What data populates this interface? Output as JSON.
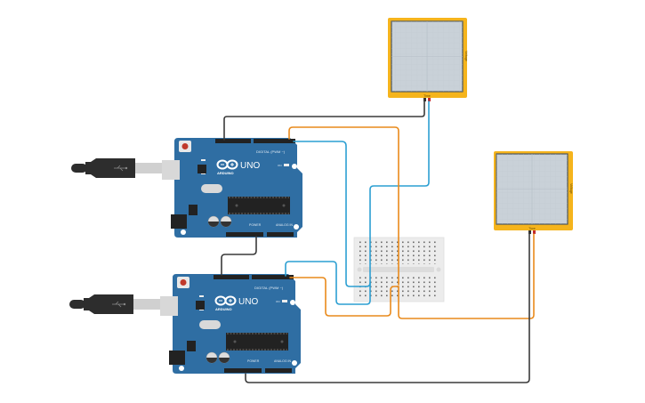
{
  "scene": {
    "title": "Circuit workspace",
    "colors": {
      "background": "#ffffff",
      "board": "#2f6ea3",
      "board_dark": "#235a87",
      "scope_frame": "#f5b41c",
      "scope_screen": "#cbd3d9",
      "wire_black": "#3a3a3a",
      "wire_blue": "#2c9fd2",
      "wire_orange": "#e98a1c",
      "breadboard": "#ececec"
    }
  },
  "arduinos": [
    {
      "id": "arduino-top",
      "model": "UNO",
      "brand": "ARDUINO",
      "digital_label": "DIGITAL (PWM ~)",
      "power_label": "POWER",
      "analog_label": "ANALOG IN",
      "on_label": "ON"
    },
    {
      "id": "arduino-bottom",
      "model": "UNO",
      "brand": "ARDUINO",
      "digital_label": "DIGITAL (PWM ~)",
      "power_label": "POWER",
      "analog_label": "ANALOG IN",
      "on_label": "ON"
    }
  ],
  "oscilloscopes": [
    {
      "id": "scope-1",
      "x_label": "Time",
      "y_label": "Voltage"
    },
    {
      "id": "scope-2",
      "x_label": "Time",
      "y_label": "Voltage"
    }
  ],
  "breadboard": {
    "id": "breadboard-mini"
  },
  "usb_cables": [
    {
      "id": "usb-top",
      "icon": "usb-icon"
    },
    {
      "id": "usb-bottom",
      "icon": "usb-icon"
    }
  ]
}
